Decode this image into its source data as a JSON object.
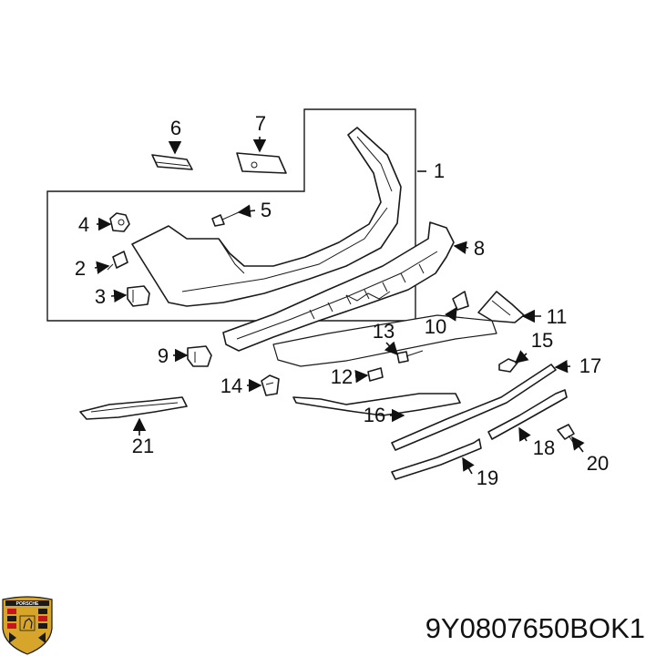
{
  "part_number": "9Y0807650BOK1",
  "logo": {
    "text": "PORSCHE",
    "colors": {
      "gold": "#d8a52b",
      "red": "#c4161c",
      "black": "#1a1a1a"
    }
  },
  "callouts": [
    "1",
    "2",
    "3",
    "4",
    "5",
    "6",
    "7",
    "8",
    "9",
    "10",
    "11",
    "12",
    "13",
    "14",
    "15",
    "16",
    "17",
    "18",
    "19",
    "20",
    "21"
  ],
  "colors": {
    "line": "#1a1a1a",
    "background": "#ffffff"
  }
}
